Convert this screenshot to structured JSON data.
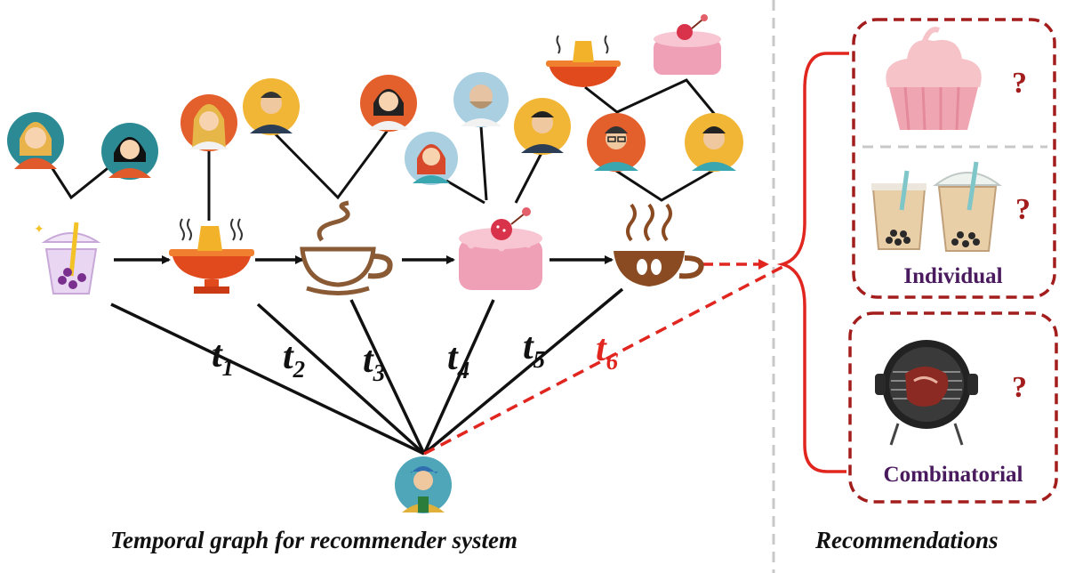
{
  "time_steps": [
    {
      "base": "t",
      "sub": "1"
    },
    {
      "base": "t",
      "sub": "2"
    },
    {
      "base": "t",
      "sub": "3"
    },
    {
      "base": "t",
      "sub": "4"
    },
    {
      "base": "t",
      "sub": "5"
    },
    {
      "base": "t",
      "sub": "6"
    }
  ],
  "items": [
    "bubble-tea-icon",
    "hotpot-icon",
    "latte-icon",
    "strawberry-cake-icon",
    "coffee-icon"
  ],
  "recommendations": {
    "question_mark": "?",
    "individual_label": "Individual",
    "combinatorial_label": "Combinatorial",
    "candidates": [
      "cupcake-icon",
      "bubble-tea-pair-icon",
      "bbq-grill-icon"
    ]
  },
  "captions": {
    "left": "Temporal graph for recommender system",
    "right": "Recommendations"
  },
  "colors": {
    "edge": "#111111",
    "future_edge": "#e0261f",
    "box_border": "#a31d1d",
    "question": "#a31d1d",
    "box_label": "#4a1a5e",
    "divider": "#c8c8c8"
  }
}
